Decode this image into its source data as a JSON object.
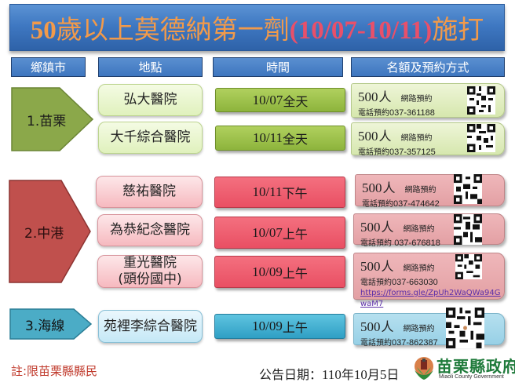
{
  "title": {
    "prefix_num": "50",
    "prefix_text": "歲以上莫德納第一劑",
    "date_range": "(10/07-10/11)",
    "suffix_text": "施打"
  },
  "headers": [
    "鄉鎮市",
    "地點",
    "時間",
    "名額及預約方式"
  ],
  "regions": [
    {
      "label": "1.苗栗",
      "color": "#8ba84a",
      "sites": [
        {
          "location": "弘大醫院",
          "time_date": "10/07",
          "time_period": "全天",
          "quota": "500",
          "quota_unit": "人",
          "online": "網路預約",
          "phone_label": "電話預約",
          "phone": "037-361188"
        },
        {
          "location": "大千綜合醫院",
          "time_date": "10/11",
          "time_period": "全天",
          "quota": "500",
          "quota_unit": "人",
          "online": "網路預約",
          "phone_label": "電話預約",
          "phone": "037-357125"
        }
      ]
    },
    {
      "label": "2.中港",
      "color": "#c0504d",
      "sites": [
        {
          "location": "慈祐醫院",
          "time_date": "10/11",
          "time_period": "下午",
          "quota": "500",
          "quota_unit": "人",
          "online": "網路預約",
          "phone_label": "電話預約",
          "phone": "037-474642"
        },
        {
          "location": "為恭紀念醫院",
          "time_date": "10/07",
          "time_period": "上午",
          "quota": "500",
          "quota_unit": "人",
          "online": "網路預約",
          "phone_label": "電話預約 ",
          "phone": "037-676818"
        },
        {
          "location_line1": "重光醫院",
          "location_line2": "(頭份國中)",
          "time_date": "10/09",
          "time_period": "上午",
          "quota": "500",
          "quota_unit": "人",
          "online": "網路預約",
          "phone_label": "電話預約",
          "phone": "037-663030",
          "link": "https://forms.gle/ZpUh2WaQWa94GwaM7"
        }
      ]
    },
    {
      "label": "3.海線",
      "color": "#4bacc6",
      "sites": [
        {
          "location": "苑裡李綜合醫院",
          "time_date": "10/09",
          "time_period": "上午",
          "quota": "500",
          "quota_unit": "人",
          "online": "網路預約",
          "phone_label": "電話預約",
          "phone": "037-862387"
        }
      ]
    }
  ],
  "footer": {
    "note": "註:限苗栗縣縣民",
    "announce_label": "公告日期：",
    "announce_year": "110",
    "announce_year_unit": "年",
    "announce_month": "10",
    "announce_month_unit": "月",
    "announce_day": "5",
    "announce_day_unit": "日",
    "logo_title": "苗栗縣政府",
    "logo_subtitle": "Miaoli County Government"
  }
}
